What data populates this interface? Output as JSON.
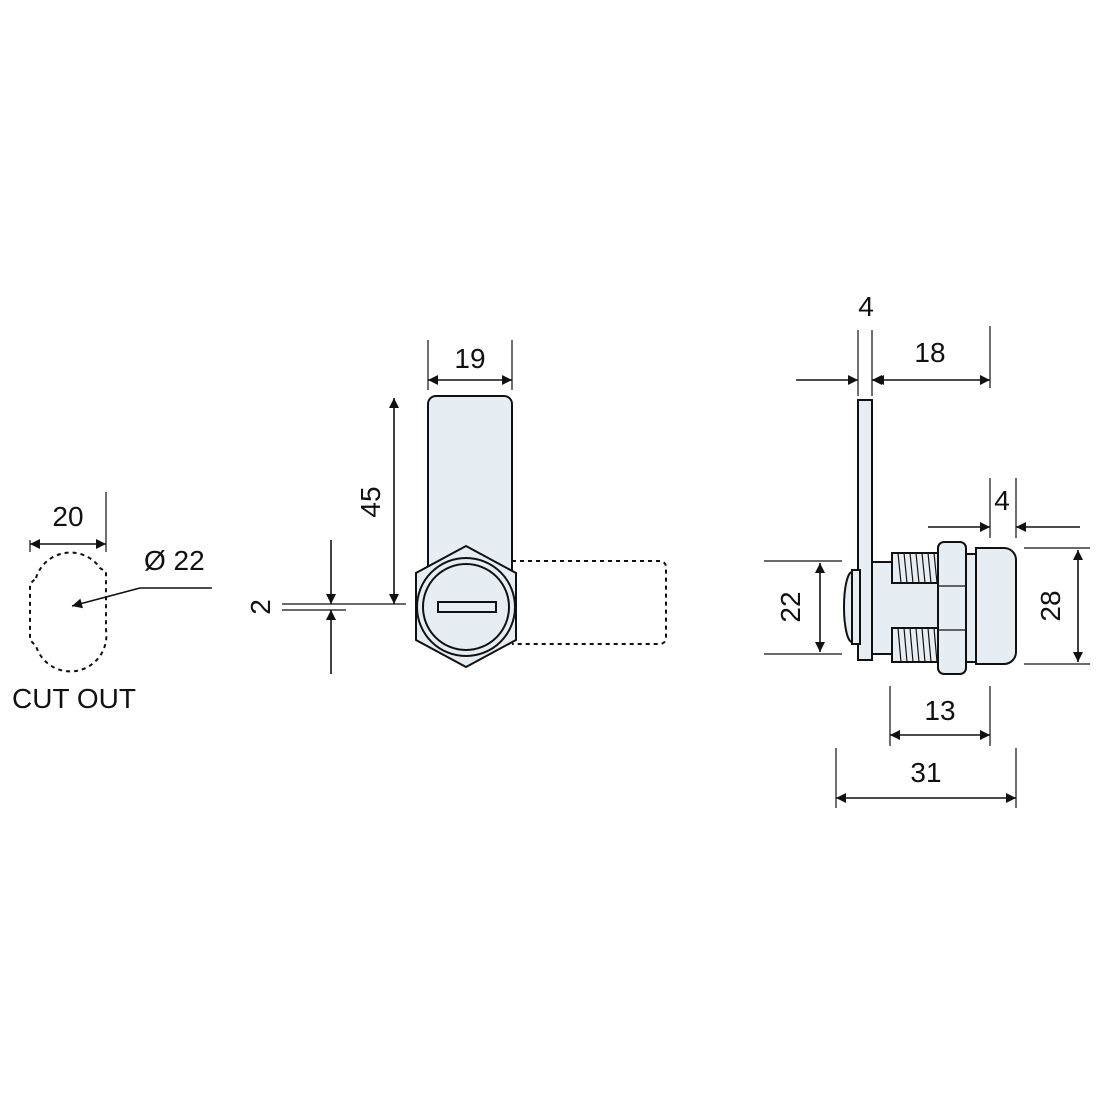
{
  "cutout": {
    "width_label": "20",
    "diameter_label": "Ø 22",
    "caption": "CUT OUT"
  },
  "front_view": {
    "cam_width_label": "19",
    "cam_length_label": "45",
    "offset_label": "2"
  },
  "side_view": {
    "cam_thickness_label": "4",
    "cam_reach_label": "18",
    "head_depth_label": "4",
    "body_diameter_label": "22",
    "head_diameter_label": "28",
    "thread_length_label": "13",
    "overall_length_label": "31"
  },
  "colors": {
    "line": "#111111",
    "fill": "#e6eef4"
  }
}
